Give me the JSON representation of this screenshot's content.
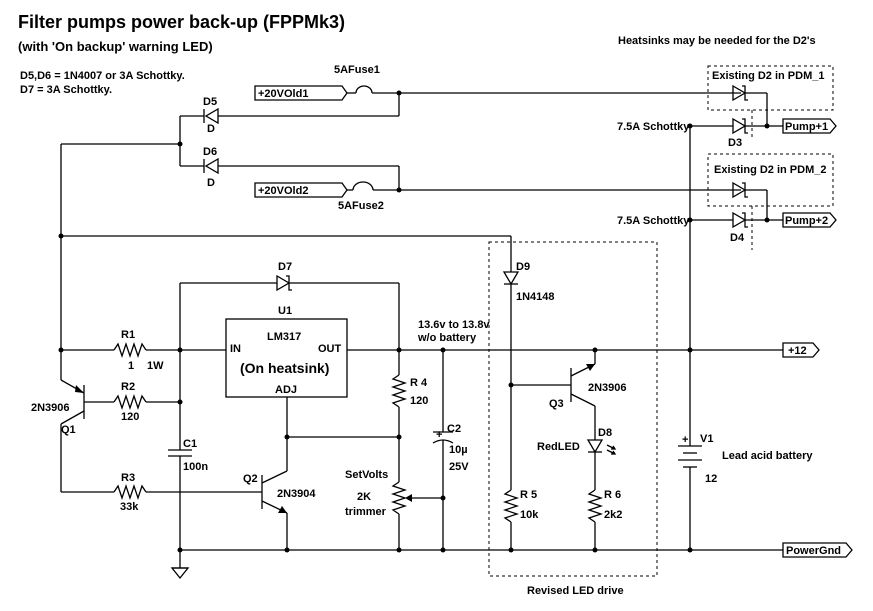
{
  "title": "Filter pumps power back-up (FPPMk3)",
  "subtitle": "(with 'On backup'  warning LED)",
  "heatsink_note": "Heatsinks may be needed for the D2's",
  "note_d5d6": "D5,D6 = 1N4007 or 3A Schottky.",
  "note_d7": "D7 = 3A Schottky.",
  "labels": {
    "fuse1": "5AFuse1",
    "fuse2": "5AFuse2",
    "vold1": "+20VOld1",
    "vold2": "+20VOld2",
    "d5": "D5",
    "d5_type": "D",
    "d6": "D6",
    "d6_type": "D",
    "d7": "D7",
    "u1": "U1",
    "lm317": "LM317",
    "on_heatsink": "(On heatsink)",
    "pin_in": "IN",
    "pin_out": "OUT",
    "pin_adj": "ADJ",
    "r1": "R1",
    "r1_val": "1",
    "r1_power": "1W",
    "r2": "R2",
    "r2_val": "120",
    "r3": "R3",
    "r3_val": "33k",
    "r4": "R 4",
    "r4_val": "120",
    "r5": "R 5",
    "r5_val": "10k",
    "r6": "R 6",
    "r6_val": "2k2",
    "q1": "Q1",
    "q1_type": "2N3906",
    "q2": "Q2",
    "q2_type": "2N3904",
    "q3": "Q3",
    "q3_type": "2N3906",
    "c1": "C1",
    "c1_val": "100n",
    "c2": "C2",
    "c2_val": "10µ",
    "c2_volt": "25V",
    "setvolts": "SetVolts",
    "trim_val": "2K",
    "trim_type": "trimmer",
    "vout_note1": "13.6v to 13.8v",
    "vout_note2": "w/o battery",
    "d9": "D9",
    "d9_type": "1N4148",
    "d8": "D8",
    "d8_type": "RedLED",
    "revised_led": "Revised LED drive",
    "d2_pdm1": "Existing D2 in PDM_1",
    "d2_pdm2": "Existing D2 in PDM_2",
    "schottky": "7.5A Schottky",
    "d3": "D3",
    "d4": "D4",
    "pump1": "Pump+1",
    "pump2": "Pump+2",
    "plus12": "+12",
    "powergnd": "PowerGnd",
    "v1": "V1",
    "battery": "Lead acid battery",
    "battery_val": "12",
    "plus": "+"
  }
}
